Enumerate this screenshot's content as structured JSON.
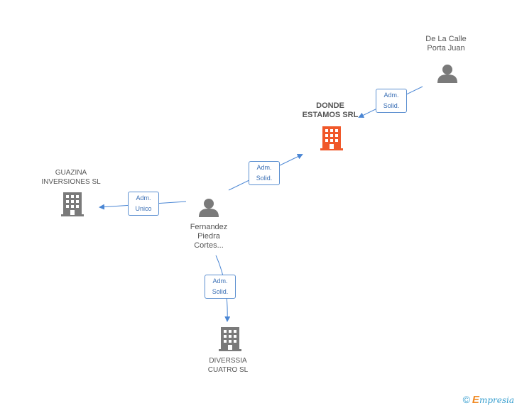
{
  "nodes": {
    "de_la_calle": {
      "line1": "De La Calle",
      "line2": "Porta Juan"
    },
    "donde": {
      "line1": "DONDE",
      "line2": "ESTAMOS SRL"
    },
    "guazina": {
      "line1": "GUAZINA",
      "line2": "INVERSIONES SL"
    },
    "fernandez": {
      "line1": "Fernandez",
      "line2": "Piedra",
      "line3": "Cortes..."
    },
    "diverssia": {
      "line1": "DIVERSSIA",
      "line2": "CUATRO SL"
    }
  },
  "edges": {
    "e1": {
      "line1": "Adm.",
      "line2": "Solid."
    },
    "e2": {
      "line1": "Adm.",
      "line2": "Solid."
    },
    "e3": {
      "line1": "Adm.",
      "line2": "Unico"
    },
    "e4": {
      "line1": "Adm.",
      "line2": "Solid."
    }
  },
  "colors": {
    "edge": "#4a86d4",
    "person": "#7a7a7a",
    "company": "#7a7a7a",
    "highlight": "#f0582a"
  },
  "brand": {
    "symbol": "©",
    "e": "E",
    "rest": "mpresia"
  }
}
